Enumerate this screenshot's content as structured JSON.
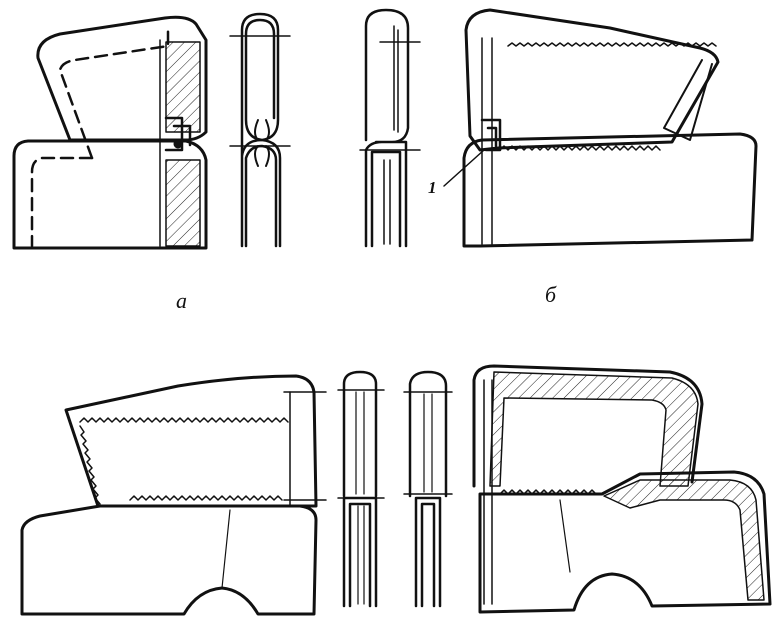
{
  "figure": {
    "labels": {
      "a": "а",
      "b": "б",
      "part_1": "1"
    },
    "colors": {
      "ink": "#111111",
      "paper": "#ffffff"
    }
  }
}
